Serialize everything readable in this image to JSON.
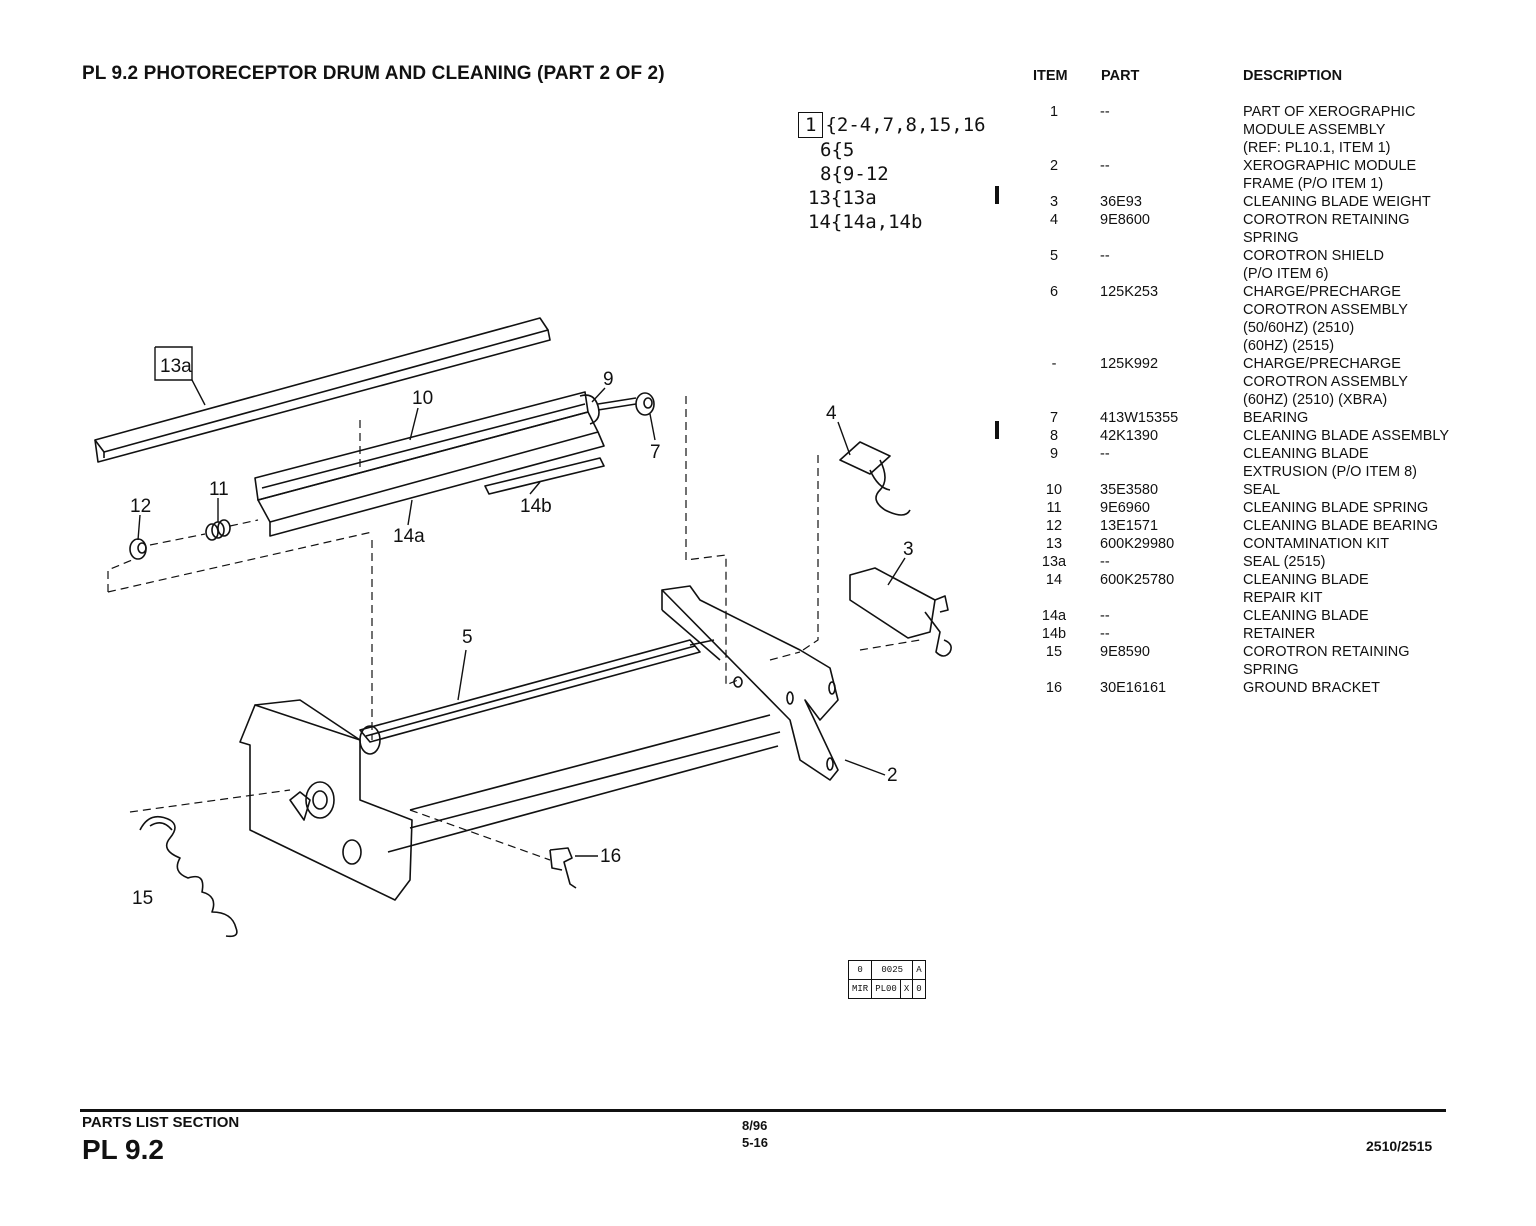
{
  "page": {
    "title": "PL 9.2 PHOTORECEPTOR DRUM AND CLEANING (PART 2 OF 2)"
  },
  "legend": {
    "box_item": "1",
    "rows": [
      "{2-4,7,8,15,16",
      "6{5",
      "8{9-12",
      "13{13a",
      "14{14a,14b"
    ]
  },
  "table": {
    "headers": {
      "item": "ITEM",
      "part": "PART",
      "description": "DESCRIPTION"
    },
    "rows": [
      {
        "item": "1",
        "part": "--",
        "desc": [
          "PART OF XEROGRAPHIC",
          "MODULE ASSEMBLY",
          "(REF: PL10.1, ITEM 1)"
        ]
      },
      {
        "item": "2",
        "part": "--",
        "desc": [
          "XEROGRAPHIC MODULE",
          "FRAME (P/O ITEM 1)"
        ]
      },
      {
        "item": "3",
        "part": "36E93",
        "desc": [
          "CLEANING BLADE WEIGHT"
        ]
      },
      {
        "item": "4",
        "part": "9E8600",
        "desc": [
          "COROTRON RETAINING",
          "SPRING"
        ]
      },
      {
        "item": "5",
        "part": "--",
        "desc": [
          "COROTRON SHIELD",
          "(P/O ITEM 6)"
        ]
      },
      {
        "item": "6",
        "part": "125K253",
        "desc": [
          "CHARGE/PRECHARGE",
          "COROTRON ASSEMBLY",
          "(50/60HZ) (2510)",
          "(60HZ) (2515)"
        ]
      },
      {
        "item": "-",
        "part": "125K992",
        "desc": [
          "CHARGE/PRECHARGE",
          "COROTRON ASSEMBLY",
          "(60HZ) (2510) (XBRA)"
        ]
      },
      {
        "item": "7",
        "part": "413W15355",
        "desc": [
          "BEARING"
        ]
      },
      {
        "item": "8",
        "part": "42K1390",
        "desc": [
          "CLEANING BLADE ASSEMBLY"
        ]
      },
      {
        "item": "9",
        "part": "--",
        "desc": [
          "CLEANING BLADE",
          "EXTRUSION (P/O ITEM 8)"
        ]
      },
      {
        "item": "10",
        "part": "35E3580",
        "desc": [
          "SEAL"
        ]
      },
      {
        "item": "11",
        "part": "9E6960",
        "desc": [
          "CLEANING BLADE SPRING"
        ]
      },
      {
        "item": "12",
        "part": "13E1571",
        "desc": [
          "CLEANING BLADE BEARING"
        ]
      },
      {
        "item": "13",
        "part": "600K29980",
        "desc": [
          "CONTAMINATION KIT"
        ]
      },
      {
        "item": "13a",
        "part": "--",
        "desc": [
          "SEAL (2515)"
        ]
      },
      {
        "item": "14",
        "part": "600K25780",
        "desc": [
          "CLEANING BLADE",
          "REPAIR KIT"
        ]
      },
      {
        "item": "14a",
        "part": "--",
        "desc": [
          "CLEANING BLADE"
        ]
      },
      {
        "item": "14b",
        "part": "--",
        "desc": [
          "RETAINER"
        ]
      },
      {
        "item": "15",
        "part": "9E8590",
        "desc": [
          "COROTRON RETAINING",
          "SPRING"
        ]
      },
      {
        "item": "16",
        "part": "30E16161",
        "desc": [
          "GROUND BRACKET"
        ]
      }
    ]
  },
  "diagram": {
    "callouts": {
      "c13a": "13a",
      "c10": "10",
      "c9": "9",
      "c7": "7",
      "c4": "4",
      "c3": "3",
      "c11": "11",
      "c12": "12",
      "c14b": "14b",
      "c14a": "14a",
      "c5": "5",
      "c2": "2",
      "c16": "16",
      "c15": "15"
    }
  },
  "ref_box": {
    "top": [
      "0",
      "0025",
      "A"
    ],
    "bottom": [
      "MIR",
      "PL00",
      "X",
      "0"
    ]
  },
  "footer": {
    "section": "PARTS LIST SECTION",
    "pl": "PL 9.2",
    "date": "8/96",
    "page": "5-16",
    "model": "2510/2515"
  }
}
